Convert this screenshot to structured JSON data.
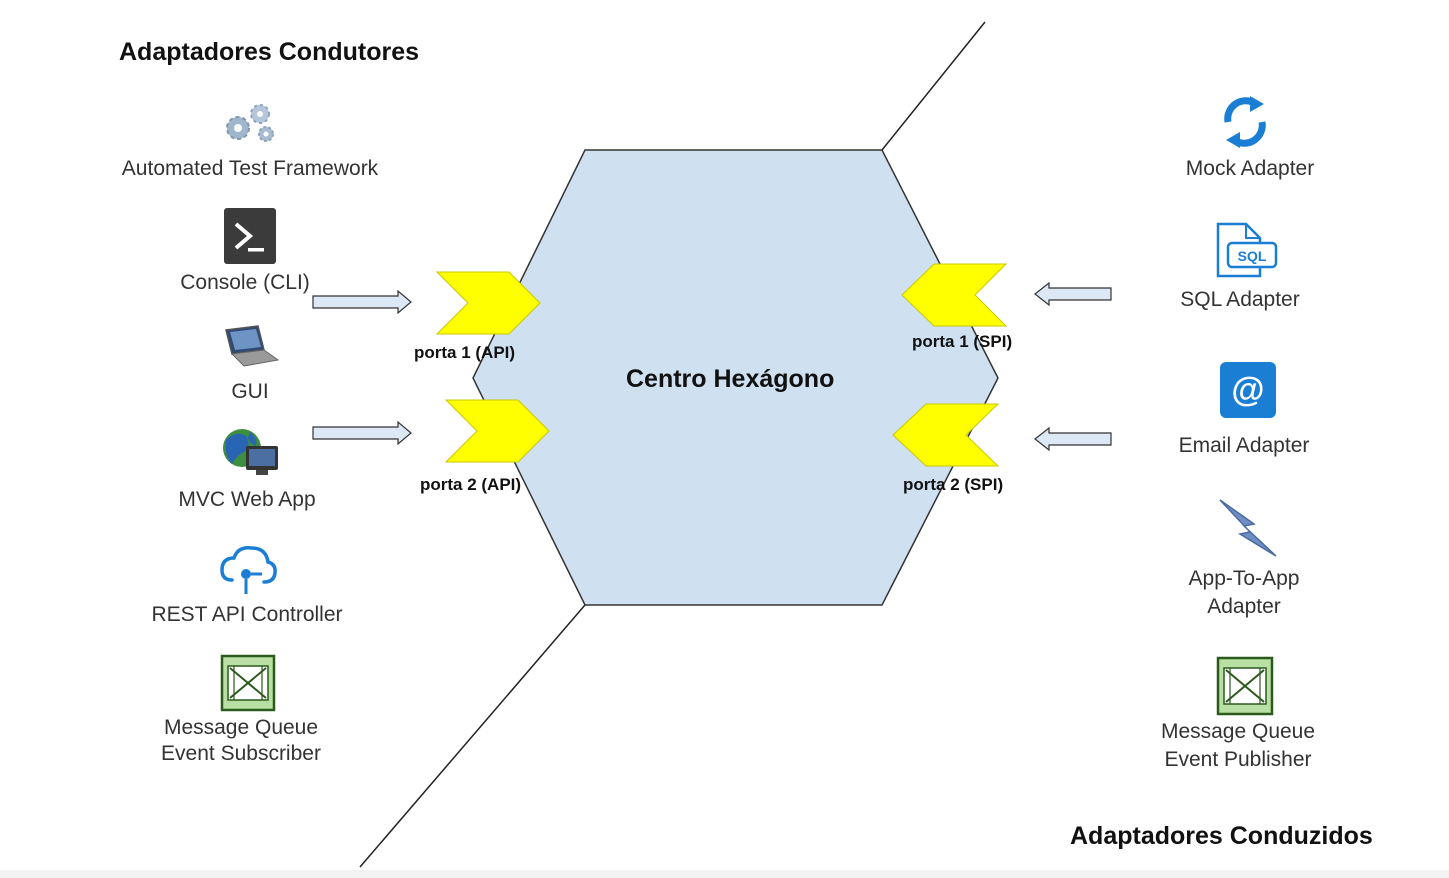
{
  "headings": {
    "driving": "Adaptadores Condutores",
    "driven": "Adaptadores Conduzidos"
  },
  "center": {
    "title": "Centro Hexágono"
  },
  "ports": {
    "api_1": "porta 1 (API)",
    "api_2": "porta 2 (API)",
    "spi_1": "porta 1 (SPI)",
    "spi_2": "porta 2 (SPI)"
  },
  "driving_adapters": [
    {
      "label": "Automated Test Framework",
      "icon": "gears-icon"
    },
    {
      "label": "Console (CLI)",
      "icon": "terminal-icon"
    },
    {
      "label": "GUI",
      "icon": "laptop-icon"
    },
    {
      "label": "MVC Web App",
      "icon": "globe-computer-icon"
    },
    {
      "label": "REST API Controller",
      "icon": "cloud-api-icon"
    },
    {
      "label_line1": "Message Queue",
      "label_line2": "Event Subscriber",
      "icon": "message-queue-icon"
    }
  ],
  "driven_adapters": [
    {
      "label": "Mock Adapter",
      "icon": "refresh-icon"
    },
    {
      "label": "SQL Adapter",
      "icon": "sql-file-icon",
      "icon_text": "SQL"
    },
    {
      "label": "Email Adapter",
      "icon": "email-at-icon",
      "icon_text": "@"
    },
    {
      "label_line1": "App-To-App",
      "label_line2": "Adapter",
      "icon": "lightning-icon"
    },
    {
      "label_line1": "Message Queue",
      "label_line2": "Event Publisher",
      "icon": "message-queue-icon"
    }
  ],
  "colors": {
    "hexagon_fill": "#cfe0f1",
    "hexagon_stroke": "#333333",
    "port_fill": "#ffff00",
    "port_stroke": "#c8c800",
    "arrow_fill": "#dce8f5",
    "arrow_stroke": "#333333",
    "accent_blue": "#1a7fd4"
  }
}
